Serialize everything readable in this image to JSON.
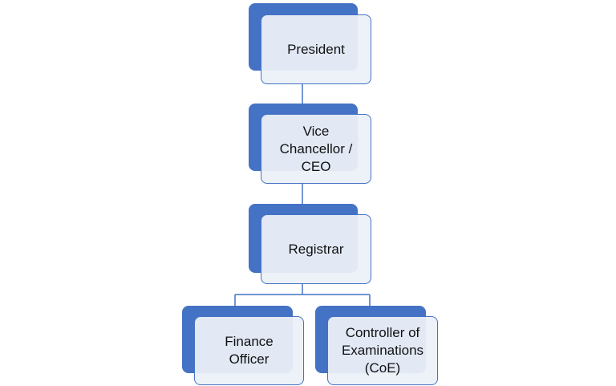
{
  "diagram": {
    "type": "org-chart",
    "colors": {
      "box_back": "#4472c4",
      "box_front": "#ecf0f8",
      "box_border": "#4472c4",
      "connector": "#4472c4",
      "text": "#111111"
    },
    "nodes": {
      "president": {
        "label": "President"
      },
      "vice_chancellor": {
        "label": "Vice\nChancellor /\nCEO"
      },
      "registrar": {
        "label": "Registrar"
      },
      "finance_officer": {
        "label": "Finance\nOfficer"
      },
      "controller_of_examinations": {
        "label": "Controller of\nExaminations\n(CoE)"
      }
    },
    "edges": [
      {
        "from": "president",
        "to": "vice_chancellor"
      },
      {
        "from": "vice_chancellor",
        "to": "registrar"
      },
      {
        "from": "registrar",
        "to": "finance_officer"
      },
      {
        "from": "registrar",
        "to": "controller_of_examinations"
      }
    ]
  }
}
